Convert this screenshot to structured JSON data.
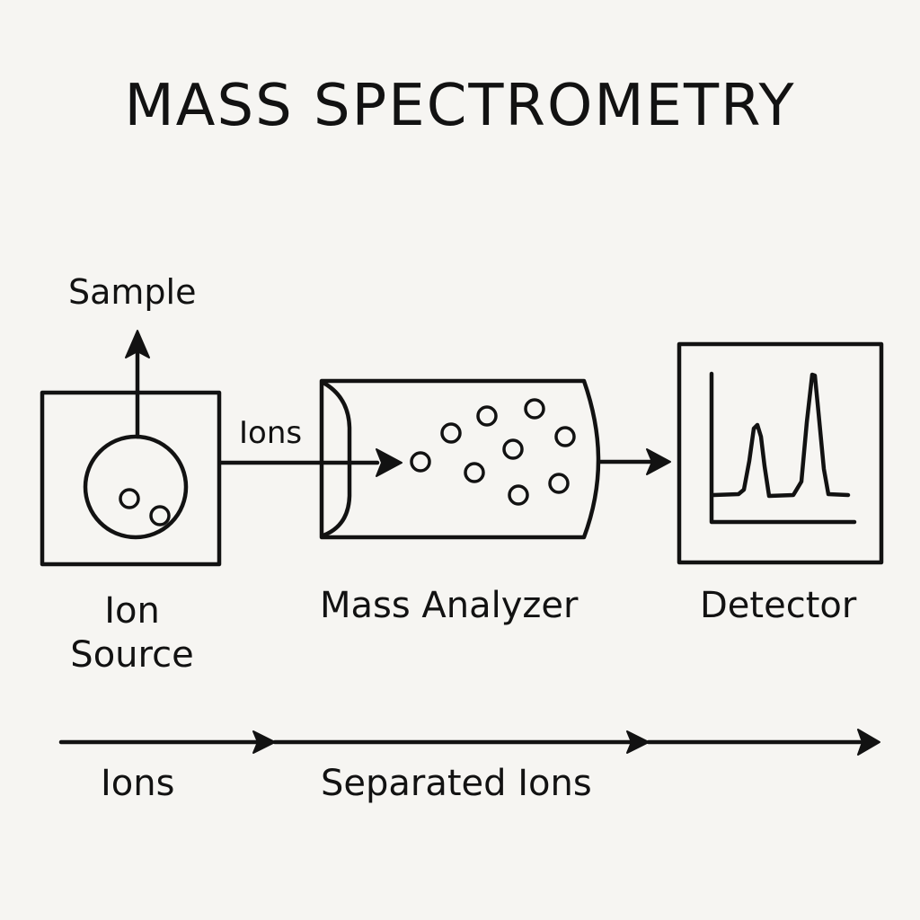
{
  "diagram": {
    "title": "MASS SPECTROMETRY",
    "sample_label": "Sample",
    "ions_label_top": "Ions",
    "ion_source_label": "Ion Source",
    "analyzer_label": "Mass Analyzer",
    "detector_label": "Detector",
    "bottom_ions_label": "Ions",
    "bottom_separated_label": "Separated Ions",
    "colors": {
      "background": "#f6f5f2",
      "ink": "#121212"
    }
  }
}
